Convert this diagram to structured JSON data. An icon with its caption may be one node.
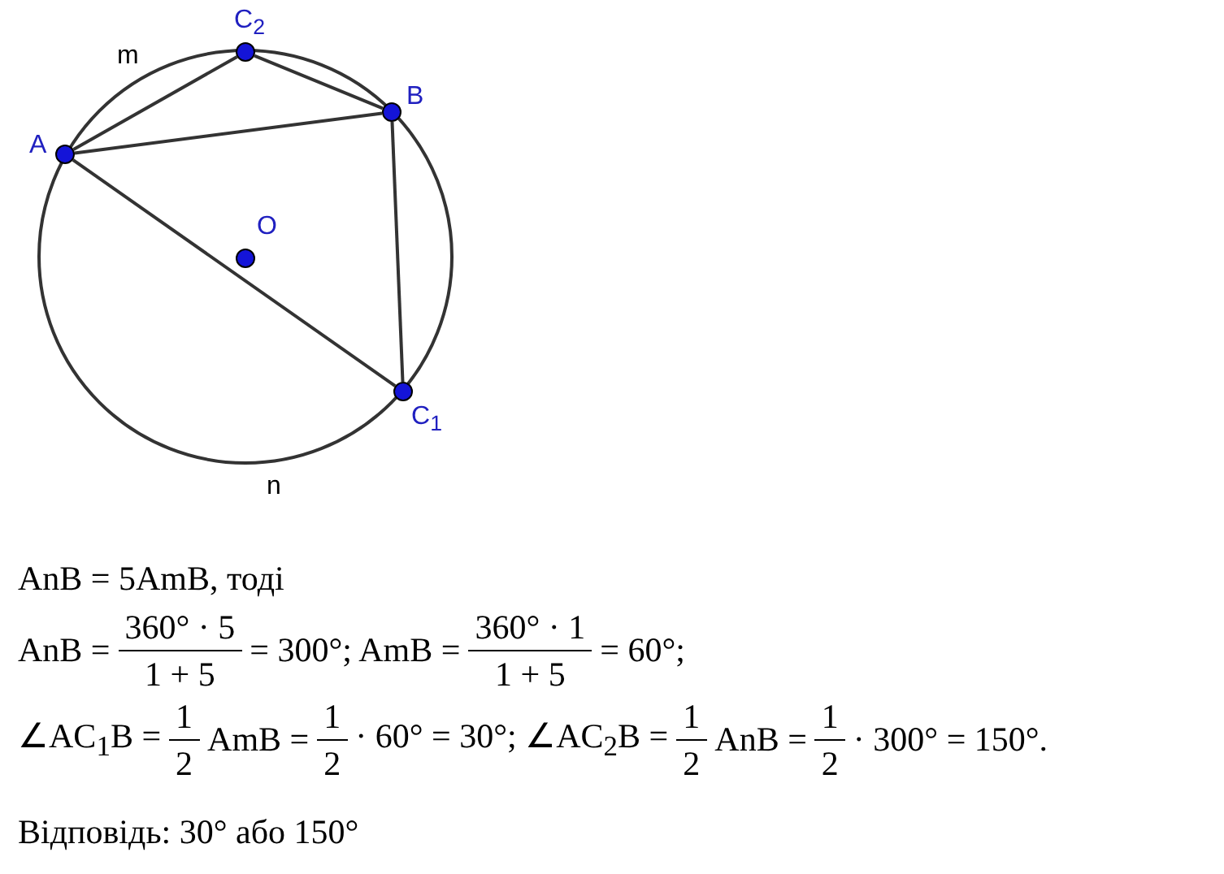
{
  "diagram": {
    "nodes": [
      {
        "text": [
          "C$_{2}$"
        ]
      },
      {
        "text": [
          "B"
        ]
      },
      {
        "text": [
          "A"
        ]
      },
      {
        "text": [
          "O"
        ]
      },
      {
        "text": [
          "C$_{1}$"
        ]
      }
    ],
    "edges": [
      {
        "from": 2,
        "to": 0,
        "arrow": "none"
      },
      {
        "from": 0,
        "to": 1,
        "arrow": "none"
      },
      {
        "from": 2,
        "to": 1,
        "arrow": "none"
      },
      {
        "from": 2,
        "to": 4,
        "arrow": "none"
      },
      {
        "from": 1,
        "to": 4,
        "arrow": "none"
      }
    ],
    "labels": [
      "m",
      "n",
      "AnB = 5AmB, тоді",
      "AnB =",
      "360° · 5",
      "1 + 5",
      "= 300°; AmB =",
      "360° · 1",
      "1 + 5",
      "= 60°;",
      "∠AC$_{1}$B =",
      "1",
      "2",
      "AmB =",
      "1",
      "2",
      "· 60° = 30°; ∠AC$_{2}$B =",
      "1",
      "2",
      "AnB =",
      "1",
      "2",
      "· 300° = 150°.",
      "Відповідь: 30° або 150°"
    ]
  }
}
